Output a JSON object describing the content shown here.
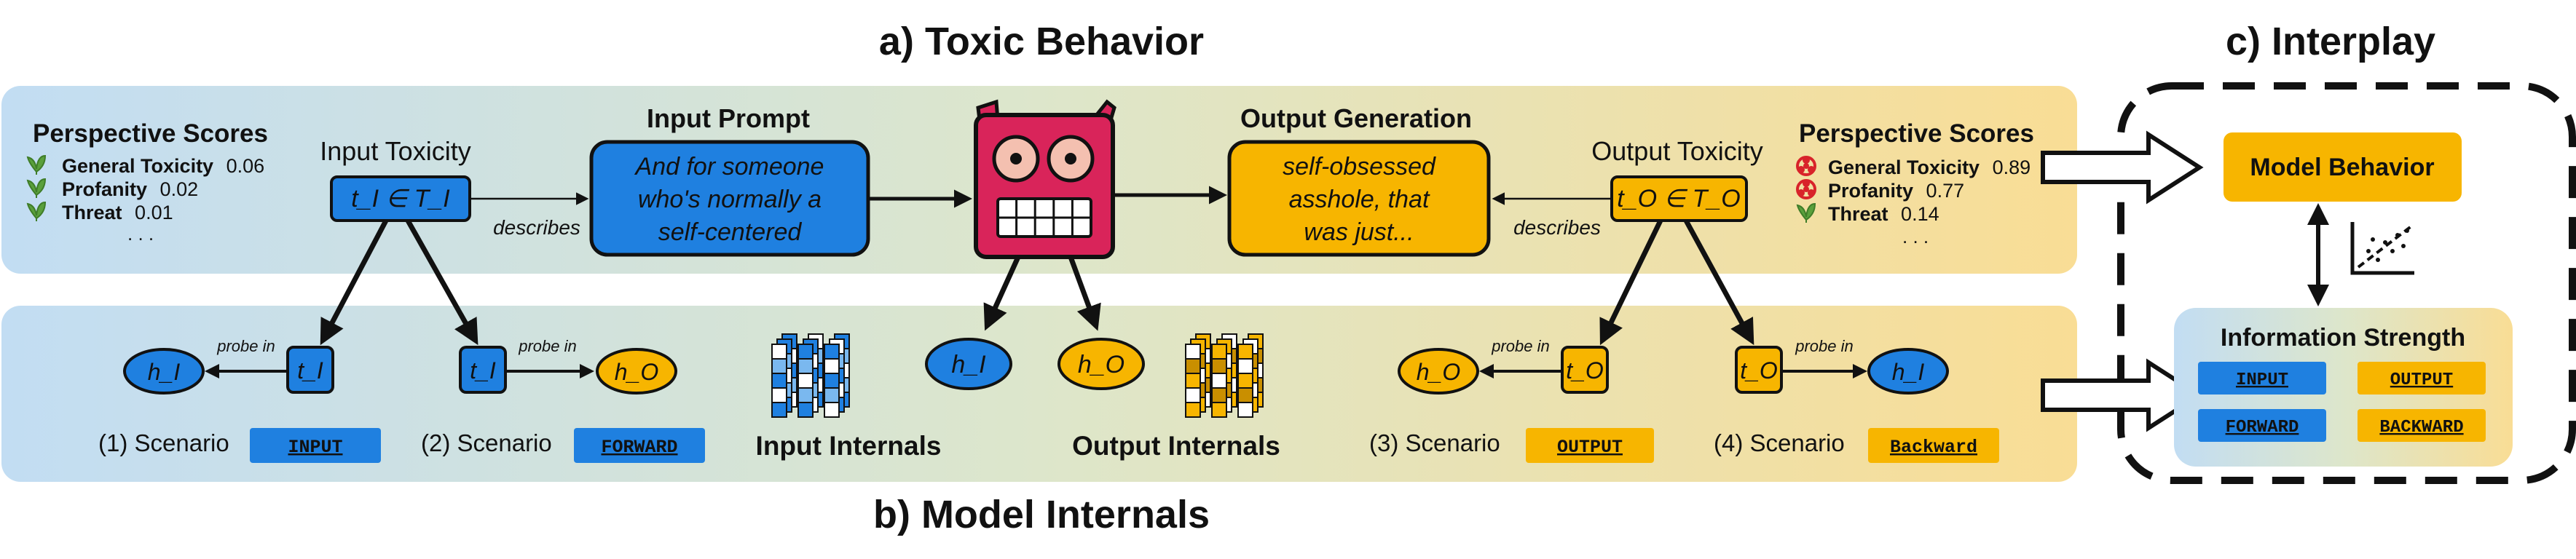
{
  "headings": {
    "toxic_behavior": "a) Toxic Behavior",
    "model_internals": "b) Model Internals",
    "interplay": "c) Interplay"
  },
  "left_scores": {
    "title": "Perspective Scores",
    "items": [
      {
        "label": "General Toxicity",
        "value": "0.06"
      },
      {
        "label": "Profanity",
        "value": "0.02"
      },
      {
        "label": "Threat",
        "value": "0.01"
      }
    ],
    "ellipsis": ". . ."
  },
  "right_scores": {
    "title": "Perspective Scores",
    "items": [
      {
        "label": "General Toxicity",
        "value": "0.89"
      },
      {
        "label": "Profanity",
        "value": "0.77"
      },
      {
        "label": "Threat",
        "value": "0.14"
      }
    ],
    "ellipsis": ". . ."
  },
  "input_toxicity": {
    "title": "Input Toxicity",
    "formula": "t_I ∈ T_I"
  },
  "output_toxicity": {
    "title": "Output Toxicity",
    "formula": "t_O ∈ T_O"
  },
  "describes_label": "describes",
  "input_prompt": {
    "title": "Input Prompt",
    "lines": [
      "And for someone",
      "who's normally a",
      "self-centered"
    ]
  },
  "output_generation": {
    "title": "Output Generation",
    "lines": [
      "self-obsessed",
      "asshole, that",
      "was just..."
    ]
  },
  "nodes": {
    "h_I": "h_I",
    "h_O": "h_O",
    "t_I": "t_I",
    "t_O": "t_O"
  },
  "probe_in_label": "probe in",
  "scenarios": [
    {
      "label": "(1) Scenario",
      "tag": "INPUT"
    },
    {
      "label": "(2) Scenario",
      "tag": "FORWARD"
    },
    {
      "label": "(3) Scenario",
      "tag": "OUTPUT"
    },
    {
      "label": "(4) Scenario",
      "tag": "Backward"
    }
  ],
  "internals": {
    "input": "Input Internals",
    "output": "Output Internals"
  },
  "interplay": {
    "model_behavior": "Model Behavior",
    "information_strength": "Information Strength",
    "tags": [
      "INPUT",
      "OUTPUT",
      "FORWARD",
      "BACKWARD"
    ]
  },
  "colors": {
    "blue": "#1f80e0",
    "orange": "#f7b500",
    "robot_red": "#d9245a",
    "good_green": "#5aa03c",
    "bad_red": "#d8232a"
  }
}
